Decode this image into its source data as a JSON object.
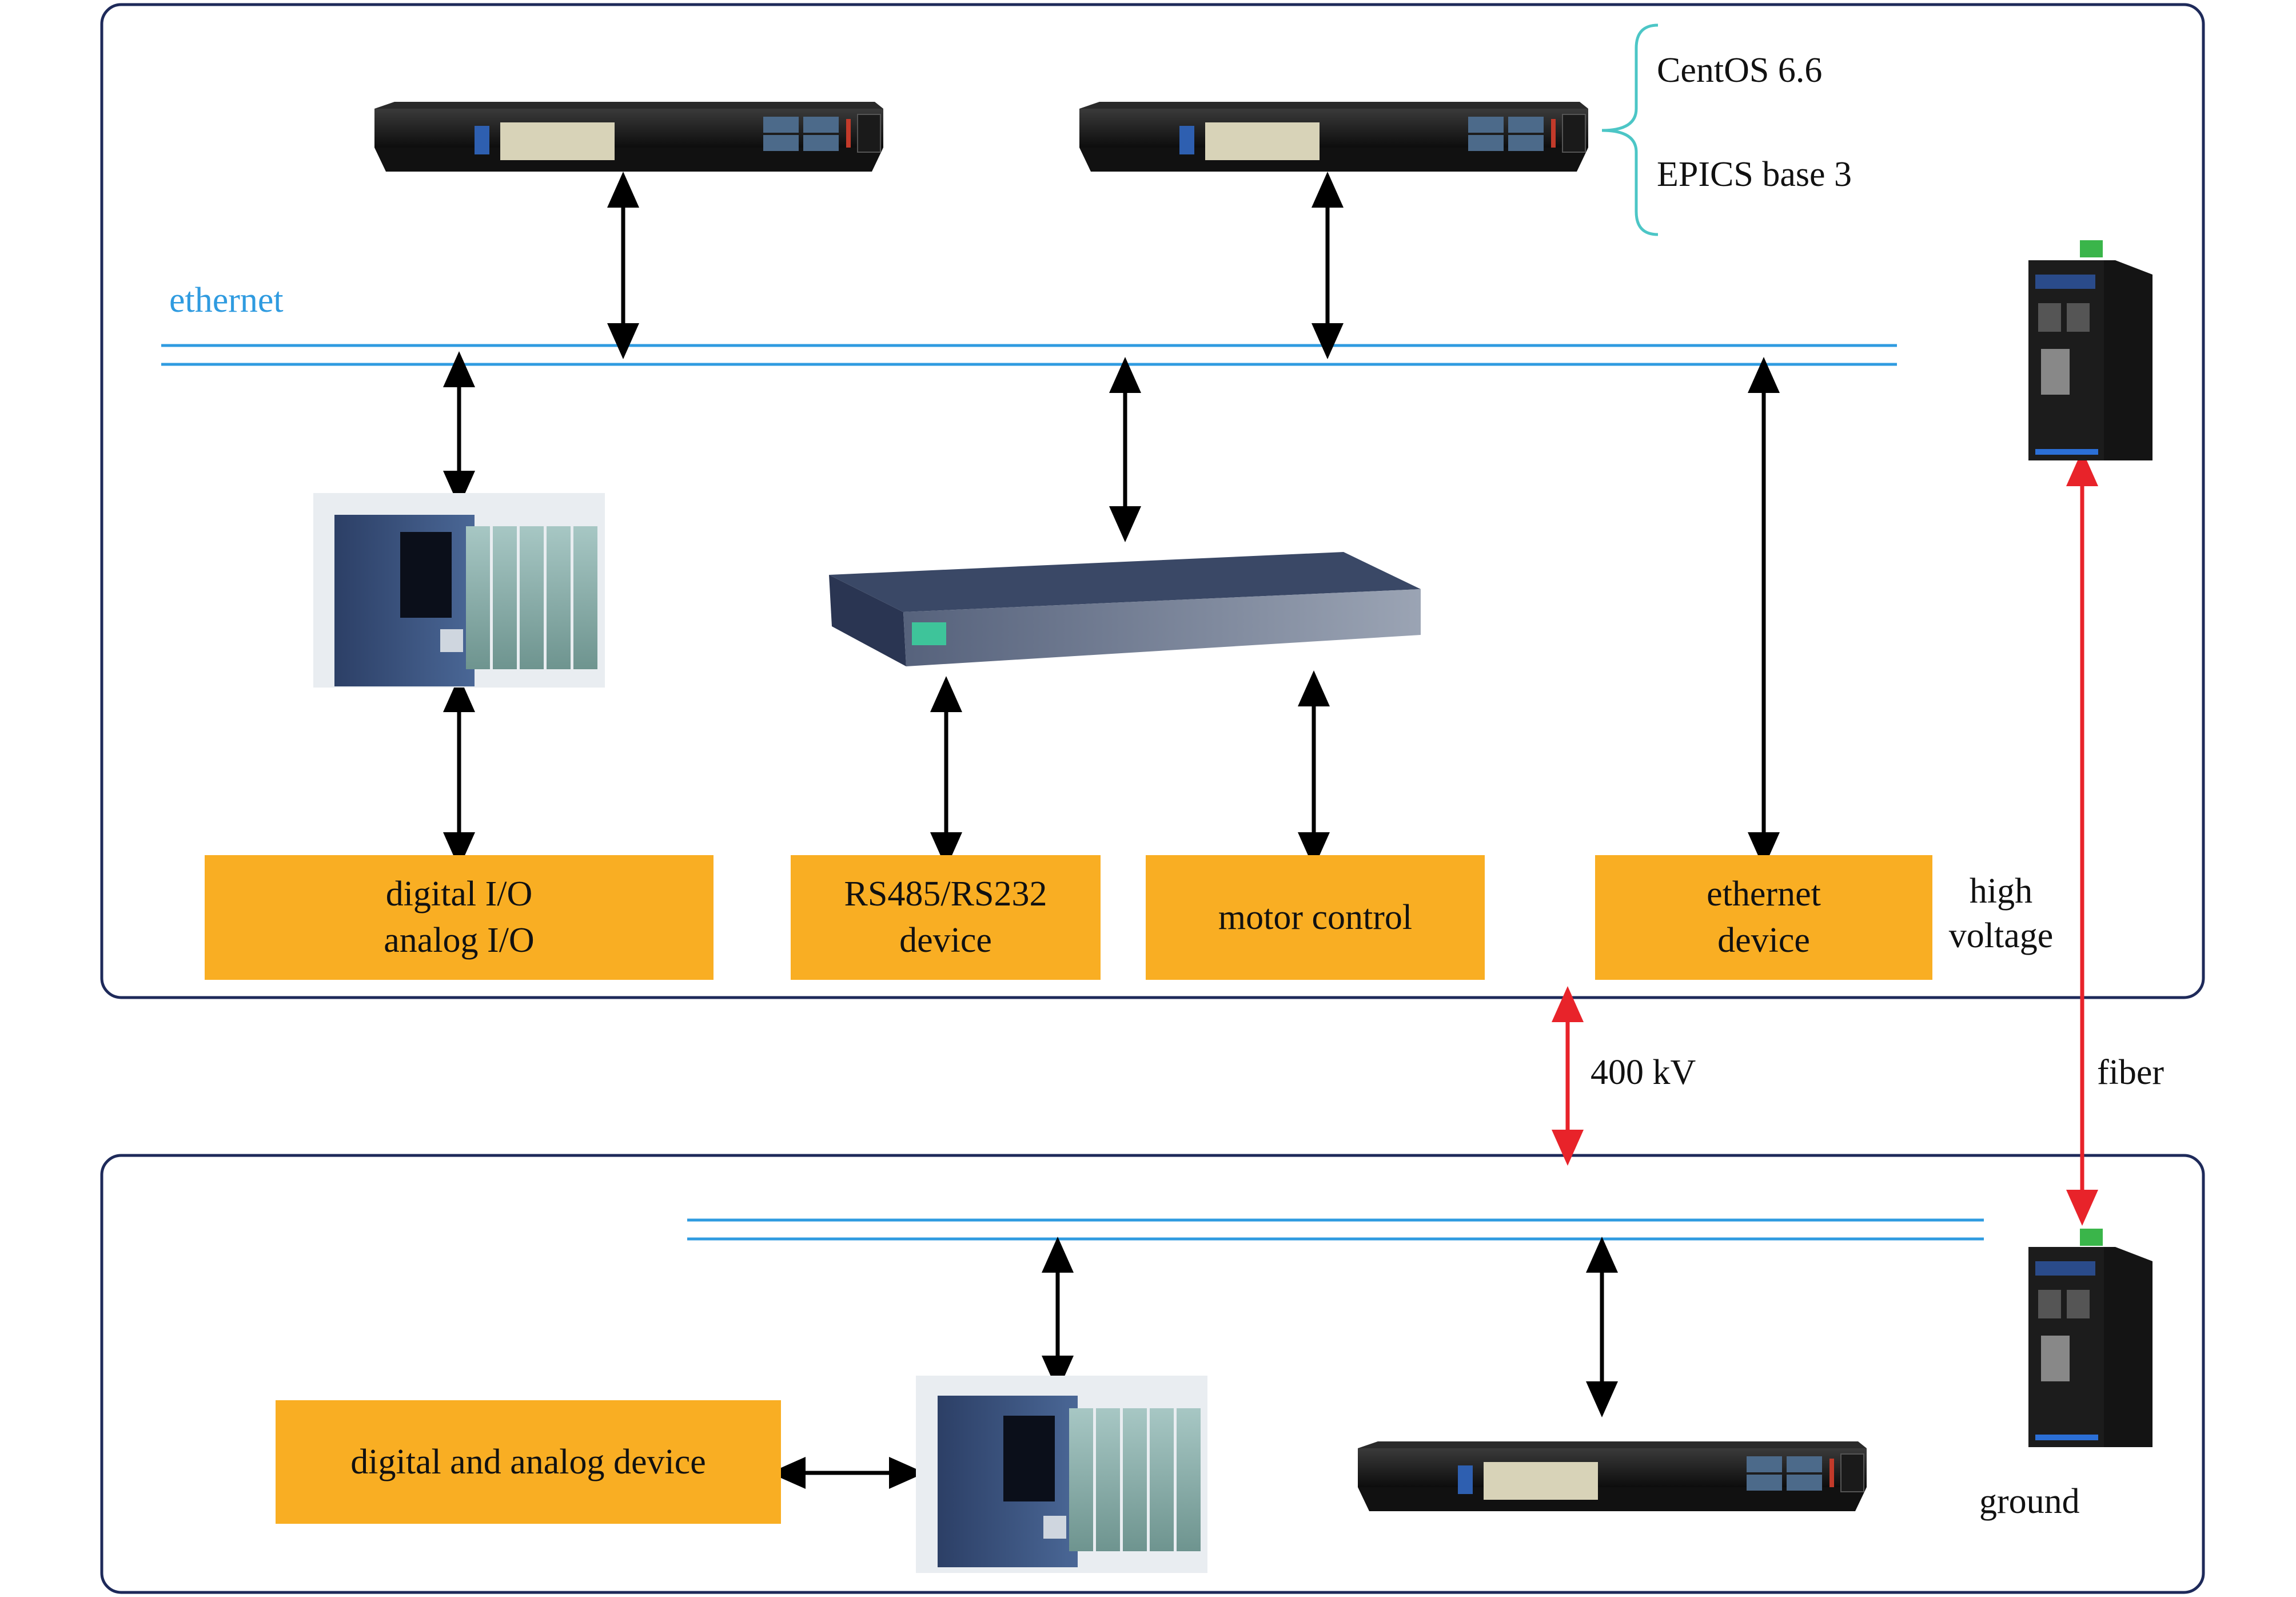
{
  "server_notes": {
    "os": "CentOS 6.6",
    "epics": "EPICS base 3"
  },
  "network": {
    "label": "ethernet"
  },
  "device_boxes": {
    "dio": {
      "line1": "digital I/O",
      "line2": "analog I/O"
    },
    "serial": {
      "line1": "RS485/RS232",
      "line2": "device"
    },
    "motor": {
      "line1": "motor control"
    },
    "eth": {
      "line1": "ethernet",
      "line2": "device"
    },
    "ground_dev": {
      "line1": "digital and analog device"
    }
  },
  "zones": {
    "high": {
      "line1": "high",
      "line2": "voltage"
    },
    "ground": "ground"
  },
  "links": {
    "voltage": "400 kV",
    "fiber": "fiber"
  },
  "colors": {
    "box": "#f9ae23",
    "ethernet": "#2f9be0",
    "frame": "#1e2a5a",
    "hv_link": "#e8232a",
    "brace": "#4cc6c6"
  }
}
